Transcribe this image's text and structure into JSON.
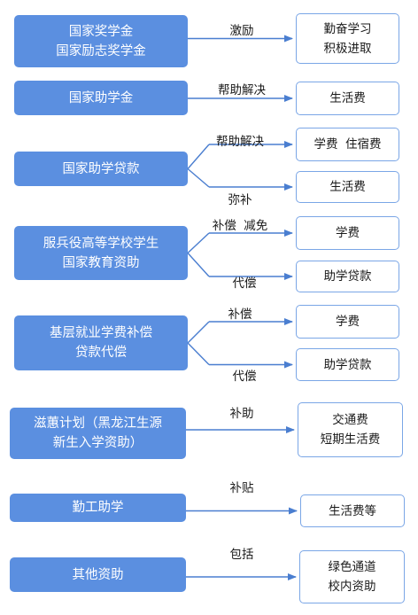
{
  "rows": [
    {
      "left": [
        "国家奖学金",
        "国家励志奖学金"
      ],
      "labels": [
        "激励"
      ],
      "targets": [
        [
          "勤奋学习",
          "积极进取"
        ]
      ]
    },
    {
      "left": [
        "国家助学金"
      ],
      "labels": [
        "帮助解决"
      ],
      "targets": [
        [
          "生活费"
        ]
      ]
    },
    {
      "left": [
        "国家助学贷款"
      ],
      "labels": [
        "帮助解决",
        "弥补"
      ],
      "targets": [
        [
          "学费  住宿费"
        ],
        [
          "生活费"
        ]
      ]
    },
    {
      "left": [
        "服兵役高等学校学生",
        "国家教育资助"
      ],
      "labels": [
        "补偿  减免",
        "代偿"
      ],
      "targets": [
        [
          "学费"
        ],
        [
          "助学贷款"
        ]
      ]
    },
    {
      "left": [
        "基层就业学费补偿",
        "贷款代偿"
      ],
      "labels": [
        "补偿",
        "代偿"
      ],
      "targets": [
        [
          "学费"
        ],
        [
          "助学贷款"
        ]
      ]
    },
    {
      "left": [
        "滋蕙计划（黑龙江生源",
        "新生入学资助）"
      ],
      "labels": [
        "补助"
      ],
      "targets": [
        [
          "交通费",
          "短期生活费"
        ]
      ]
    },
    {
      "left": [
        "勤工助学"
      ],
      "labels": [
        "补贴"
      ],
      "targets": [
        [
          "生活费等"
        ]
      ]
    },
    {
      "left": [
        "其他资助"
      ],
      "labels": [
        "包括"
      ],
      "targets": [
        [
          "绿色通道",
          "校内资助"
        ]
      ]
    }
  ],
  "colors": {
    "left_fill": "#5b8fe0",
    "right_border": "#7aa6e6",
    "arrow": "#4a7ed0"
  }
}
